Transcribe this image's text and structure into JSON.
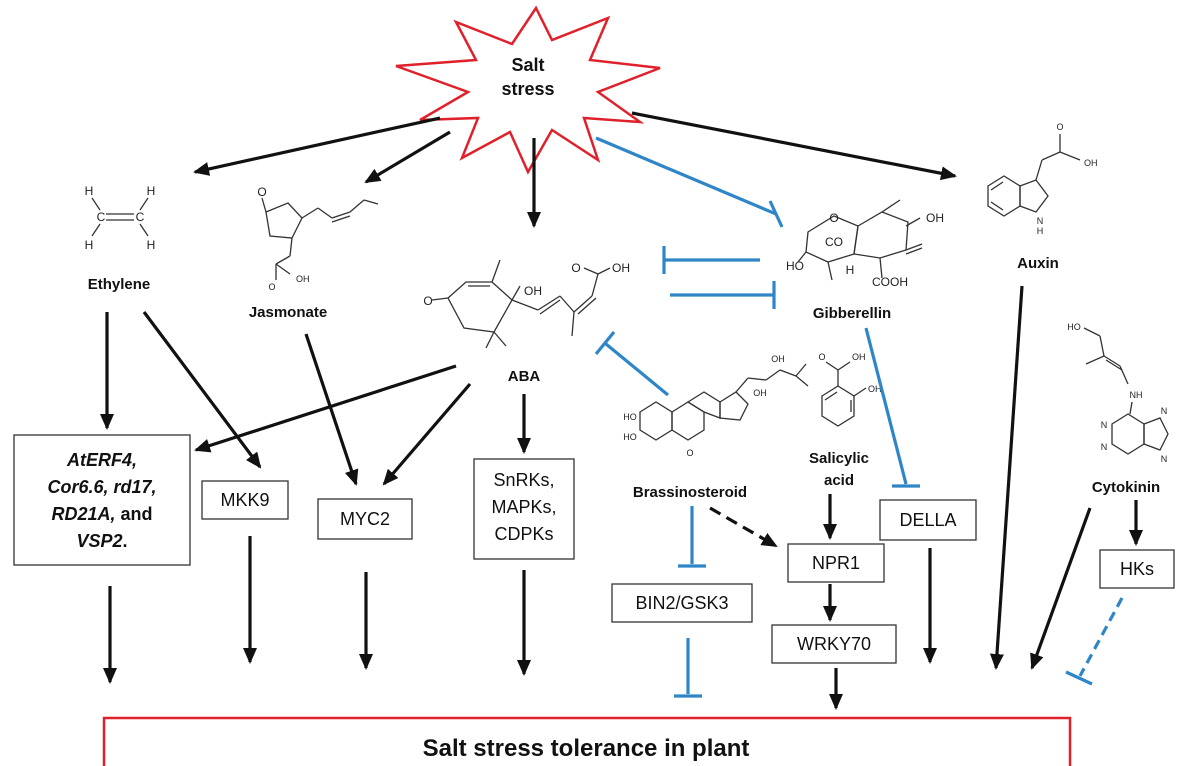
{
  "trigger": {
    "line1": "Salt",
    "line2": "stress"
  },
  "hormones": {
    "ethylene": "Ethylene",
    "jasmonate": "Jasmonate",
    "aba": "ABA",
    "gibberellin": "Gibberellin",
    "auxin": "Auxin",
    "brassinosteroid": "Brassinosteroid",
    "salicylic_line1": "Salicylic",
    "salicylic_line2": "acid",
    "cytokinin": "Cytokinin"
  },
  "boxes": {
    "aterf": {
      "line1": "AtERF4,",
      "line2": "Cor6.6, rd17,",
      "line3a": "RD21A,",
      "line3b": " and",
      "line4a": "VSP2",
      "line4b": "."
    },
    "mkk9": "MKK9",
    "myc2": "MYC2",
    "snrks": {
      "line1": "SnRKs,",
      "line2": "MAPKs,",
      "line3": "CDPKs"
    },
    "bin2": "BIN2/GSK3",
    "npr1": "NPR1",
    "wrky70": "WRKY70",
    "della": "DELLA",
    "hks": "HKs"
  },
  "outcome": "Salt stress tolerance in plant",
  "atoms": {
    "H": "H",
    "C": "C",
    "O": "O",
    "OH": "OH",
    "HO": "HO",
    "COOH": "COOH",
    "CO": "CO",
    "N": "N",
    "NH": "NH",
    "Hsub": "H"
  },
  "colors": {
    "activate": "#111111",
    "inhibit": "#2e86c8",
    "burst": "#e0202a",
    "outcome_border": "#e0202a"
  }
}
